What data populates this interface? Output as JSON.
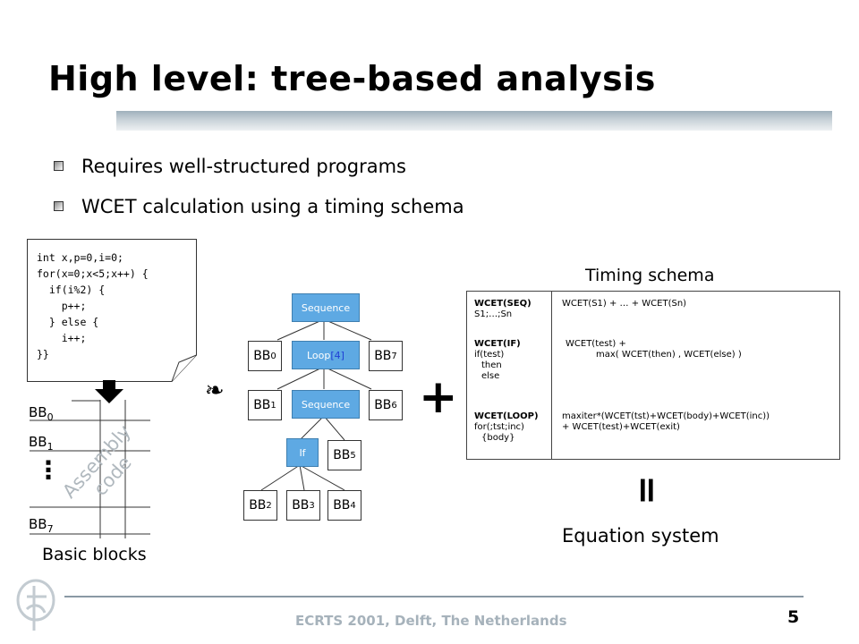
{
  "slide": {
    "title": "High level: tree-based analysis",
    "bullets": [
      "Requires well-structured programs",
      "WCET calculation using a timing schema"
    ]
  },
  "code": {
    "lines": [
      "int x,p=0,i=0;",
      "for(x=0;x<5;x++) {",
      "  if(i%2) {",
      "    p++;",
      "  } else {",
      "    i++;",
      "}}"
    ]
  },
  "basic_blocks": {
    "labels": [
      "BB",
      "BB",
      "BB"
    ],
    "subscripts": [
      "0",
      "1",
      "7"
    ],
    "ellipsis": "⋮",
    "assembly_label_1": "Assembly",
    "assembly_label_2": "code",
    "caption": "Basic blocks"
  },
  "tree": {
    "seq_top": "Sequence",
    "loop_label": "Loop ",
    "loop_bound": "[4]",
    "seq_inner": "Sequence",
    "if_label": "If",
    "bb_prefix": "BB",
    "bb_subs": [
      "0",
      "7",
      "1",
      "6",
      "5",
      "2",
      "3",
      "4"
    ],
    "colors": {
      "node_fill": "#5ea9e3",
      "loop_bound": "#1f3fd6"
    }
  },
  "operators": {
    "arrow": "❧",
    "plus": "+",
    "equals": "="
  },
  "timing_schema": {
    "heading": "Timing schema",
    "rows": [
      {
        "left_bold": "WCET(SEQ)",
        "left_lines": [
          "S1;…;Sn"
        ],
        "right_lines": [
          "WCET(S1) + … + WCET(Sn)"
        ]
      },
      {
        "left_bold": "WCET(IF)",
        "left_lines": [
          "if(test)",
          "  then",
          "  else"
        ],
        "right_lines": [
          "WCET(test) +",
          "max( WCET(then) , WCET(else) )"
        ]
      },
      {
        "left_bold": "WCET(LOOP)",
        "left_lines": [
          "for(;tst;inc)",
          "  {body}"
        ],
        "right_lines": [
          "maxiter*(WCET(tst)+WCET(body)+WCET(inc))",
          "+ WCET(test)+WCET(exit)"
        ]
      }
    ]
  },
  "equation_label": "Equation system",
  "footer": {
    "text": "ECRTS 2001, Delft, The Netherlands",
    "page": "5"
  }
}
